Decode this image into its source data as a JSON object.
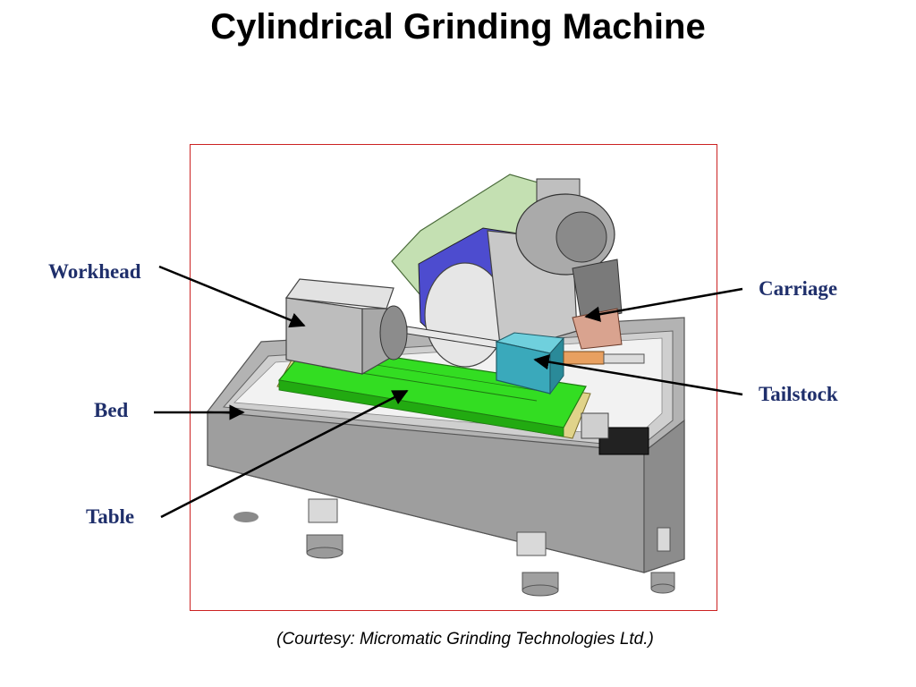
{
  "title": "Cylindrical Grinding Machine",
  "caption": "(Courtesy: Micromatic Grinding Technologies Ltd.)",
  "labels": {
    "workhead": "Workhead",
    "bed": "Bed",
    "table": "Table",
    "carriage": "Carriage",
    "tailstock": "Tailstock"
  },
  "colors": {
    "label_text": "#1f2f6b",
    "frame_border": "#cc2222",
    "bed_gray": "#a9a9a9",
    "table_green": "#33dd22",
    "motor_guard_green": "#c4e0b2",
    "wheel_head_blue": "#4d4ccf",
    "tailstock_teal": "#3aa9bb",
    "leader_line": "#000000"
  }
}
